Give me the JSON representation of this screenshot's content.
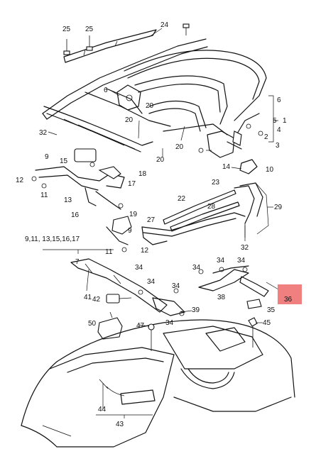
{
  "highlight_color": "#f08080",
  "labels": {
    "p24": "24",
    "p25a": "25",
    "p25b": "25",
    "p6a": "6",
    "p20a": "20",
    "p20b": "20",
    "p20c": "20",
    "p20d": "20",
    "p32a": "32",
    "p9a": "9",
    "p15": "15",
    "p12a": "12",
    "p11a": "11",
    "p13a": "13",
    "p17": "17",
    "p18": "18",
    "p16": "16",
    "p19": "19",
    "p9b": "9",
    "p12b": "12",
    "p11b": "11",
    "p6b": "6",
    "p5": "5",
    "p1": "1",
    "p4": "4",
    "p2": "2",
    "p3": "3",
    "p14": "14",
    "p10": "10",
    "p22": "22",
    "p23": "23",
    "p28": "28",
    "p29": "29",
    "p27": "27",
    "p32b": "32",
    "group7_list": "9,11, 13,15,16,17",
    "p7": "7",
    "p41": "41",
    "p34a": "34",
    "p34b": "34",
    "p34c": "34",
    "p34d": "34",
    "p34e": "34",
    "p34f": "34",
    "p34g": "34",
    "p42": "42",
    "p39": "39",
    "p38": "38",
    "p35": "35",
    "p36": "36",
    "p50": "50",
    "p47": "47",
    "p45": "45",
    "p44": "44",
    "p43": "43"
  }
}
